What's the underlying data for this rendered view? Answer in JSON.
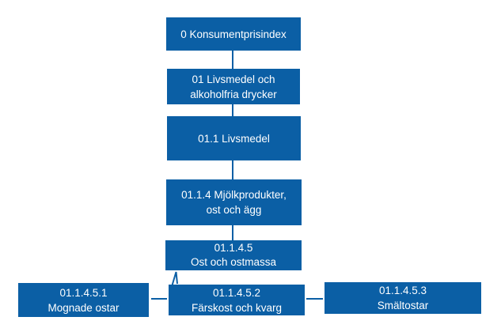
{
  "theme": {
    "accent": "#0B5FA5",
    "text_on_accent": "#FFFFFF",
    "background": "#FFFFFF"
  },
  "diagram": {
    "type": "hierarchy",
    "nodes": [
      {
        "lines": [
          "0 Konsumentprisindex"
        ]
      },
      {
        "lines": [
          "01 Livsmedel och",
          "alkoholfria drycker"
        ]
      },
      {
        "lines": [
          "01.1 Livsmedel"
        ]
      },
      {
        "lines": [
          "01.1.4 Mjölkprodukter,",
          "ost och ägg"
        ]
      },
      {
        "lines": [
          "01.1.4.5",
          "Ost och ostmassa"
        ]
      },
      {
        "lines": [
          "01.1.4.5.1",
          "Mognade ostar"
        ]
      },
      {
        "lines": [
          "01.1.4.5.2",
          "Färskost och kvarg"
        ]
      },
      {
        "lines": [
          "01.1.4.5.3",
          "Smältostar"
        ]
      }
    ]
  }
}
